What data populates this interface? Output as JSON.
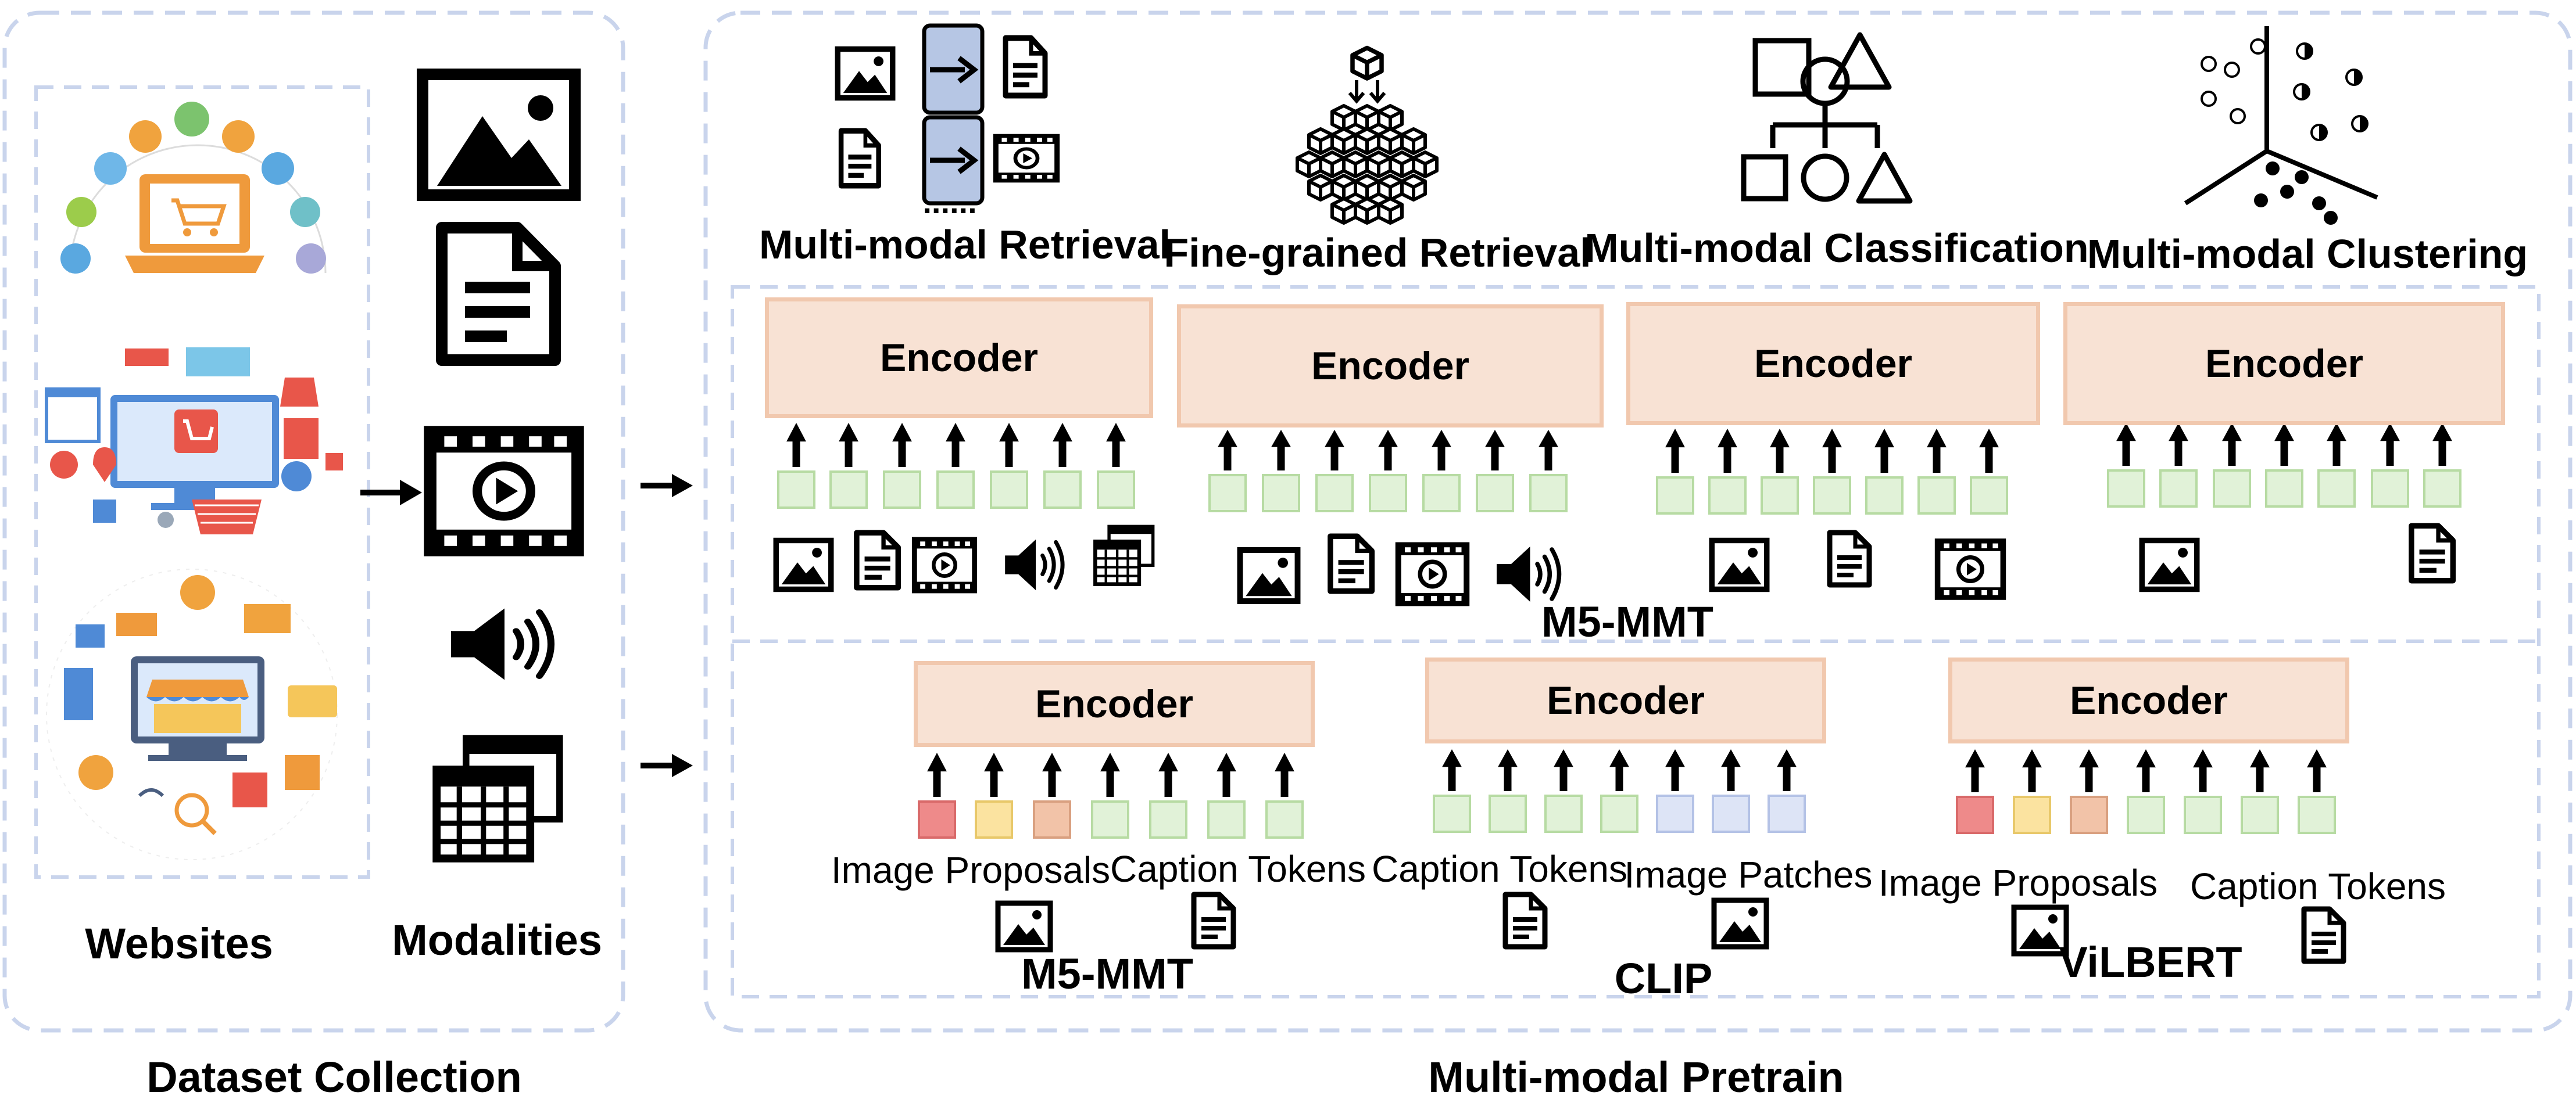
{
  "dataset_collection": {
    "title": "Dataset Collection",
    "websites_label": "Websites",
    "modalities_label": "Modalities",
    "modality_icons": [
      "image-icon",
      "document-icon",
      "video-icon",
      "audio-icon",
      "table-icon"
    ],
    "website_icons": [
      "ecommerce-laptop-icon",
      "online-shop-icon",
      "store-front-icon"
    ]
  },
  "multimodal_pretrain": {
    "title": "Multi-modal Pretrain",
    "tasks": [
      {
        "label": "Multi-modal Retrieval",
        "ellipsis": "......"
      },
      {
        "label": "Fine-grained Retrieval"
      },
      {
        "label": "Multi-modal Classification"
      },
      {
        "label": "Multi-modal Clustering"
      }
    ],
    "encoder_label": "Encoder",
    "m5_section_label": "M5-MMT",
    "baselines": [
      {
        "name": "M5-MMT",
        "labels": [
          "Image Proposals",
          "Caption Tokens"
        ]
      },
      {
        "name": "CLIP",
        "labels": [
          "Caption Tokens",
          "Image Patches"
        ]
      },
      {
        "name": "ViLBERT",
        "labels": [
          "Image Proposals",
          "Caption Tokens"
        ]
      }
    ]
  },
  "colors": {
    "dashed_border": "#c9d4ec",
    "encoder_fill": "#f8e2d4",
    "encoder_border": "#f1c8ae",
    "token_green": "#e1f2d8",
    "token_green_border": "#b7dba3",
    "token_red": "#ee8a8a",
    "token_yellow": "#fbe3a0",
    "token_orange": "#f2c3a8",
    "token_blue": "#dde4f6",
    "accent_orange": "#ef9a3c"
  }
}
